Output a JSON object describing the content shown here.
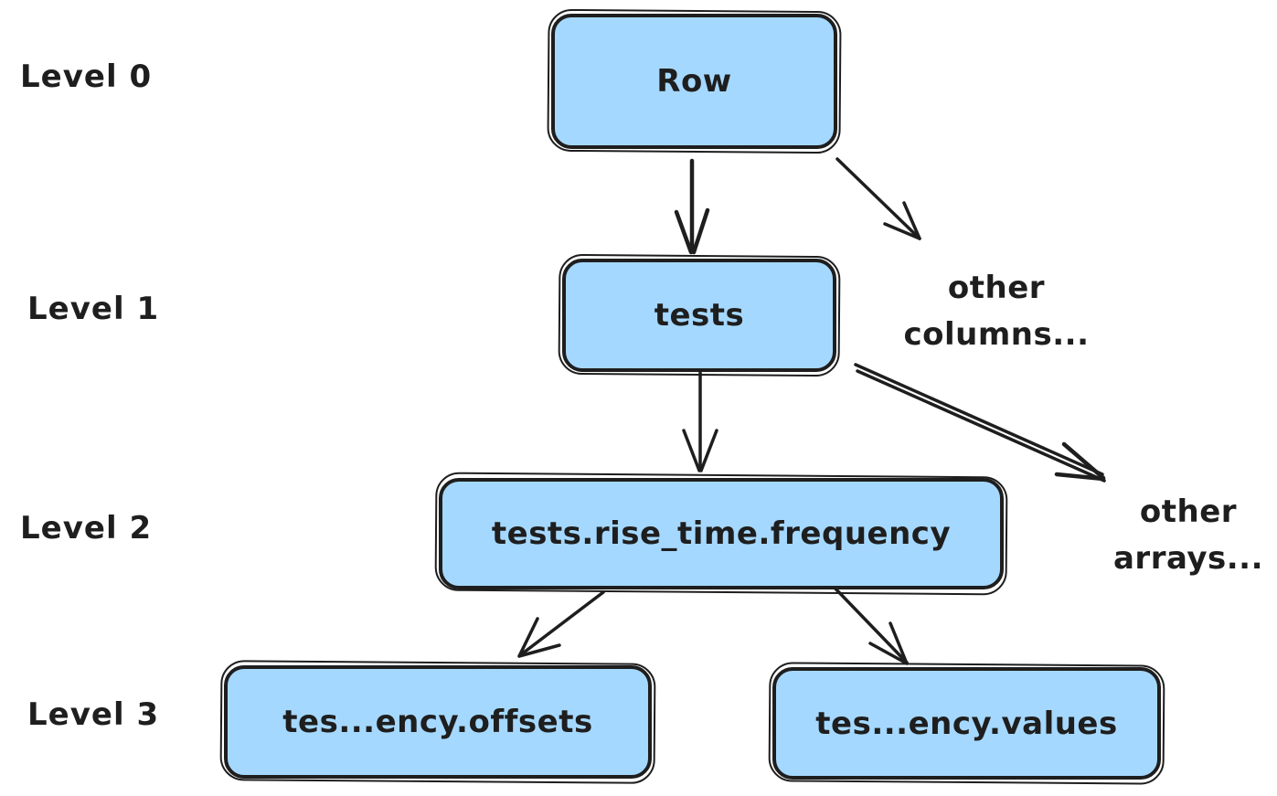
{
  "palette": {
    "background": "#ffffff",
    "node_fill": "#a5d8ff",
    "stroke": "#1e1e1e"
  },
  "level_labels": [
    "Level 0",
    "Level 1",
    "Level 2",
    "Level 3"
  ],
  "nodes": {
    "row": {
      "label": "Row",
      "level": 0
    },
    "tests": {
      "label": "tests",
      "level": 1
    },
    "frequency": {
      "label": "tests.rise_time.frequency",
      "level": 2
    },
    "offsets": {
      "label": "tes...ency.offsets",
      "level": 3
    },
    "values": {
      "label": "tes...ency.values",
      "level": 3
    }
  },
  "annotations": {
    "other_columns": {
      "line1": "other",
      "line2": "columns..."
    },
    "other_arrays": {
      "line1": "other",
      "line2": "arrays..."
    }
  },
  "edges": [
    {
      "from": "row",
      "to": "tests"
    },
    {
      "from": "row",
      "to": "other-columns"
    },
    {
      "from": "tests",
      "to": "frequency"
    },
    {
      "from": "tests",
      "to": "other-arrays"
    },
    {
      "from": "frequency",
      "to": "offsets"
    },
    {
      "from": "frequency",
      "to": "values"
    }
  ]
}
